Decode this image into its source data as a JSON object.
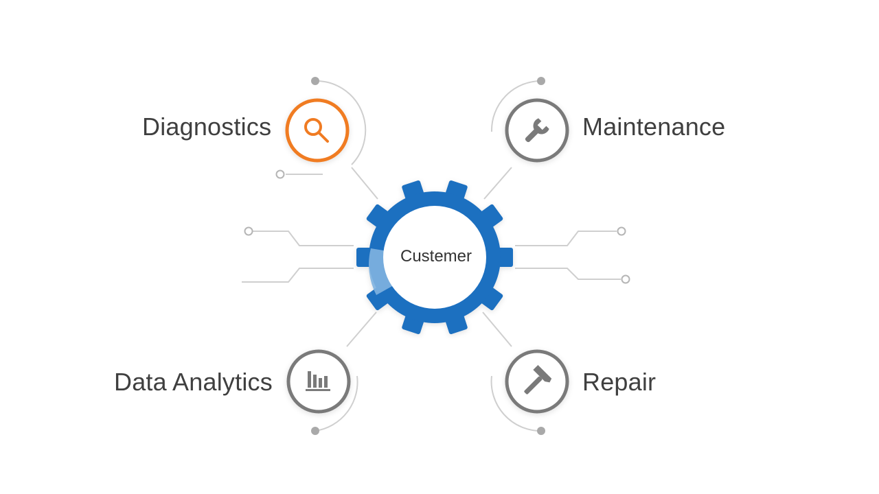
{
  "center": {
    "label": "Custemer"
  },
  "nodes": {
    "top_left": {
      "label": "Diagnostics",
      "icon": "magnifier-icon"
    },
    "top_right": {
      "label": "Maintenance",
      "icon": "wrench-icon"
    },
    "bottom_left": {
      "label": "Data Analytics",
      "icon": "bar-chart-icon"
    },
    "bottom_right": {
      "label": "Repair",
      "icon": "hammer-icon"
    }
  },
  "colors": {
    "accent_orange": "#f07b22",
    "gear_blue": "#1f6fc0",
    "gear_highlight": "#7fb3e0",
    "node_gray": "#7a7a7a",
    "connector_gray": "#c8c8c8",
    "text": "#3f3f3f"
  }
}
